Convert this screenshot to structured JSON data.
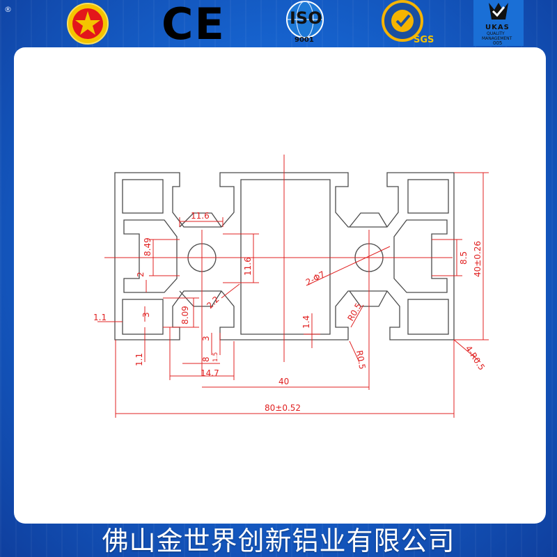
{
  "header": {
    "registered_mark": "®",
    "ce_label": "CE",
    "iso_label": "ISO",
    "iso_number": "9001",
    "sgs_label": "SGS",
    "ukas_label": "UKAS",
    "ukas_sub1": "QUALITY",
    "ukas_sub2": "MANAGEMENT",
    "ukas_number": "005"
  },
  "dimensions": {
    "d_11_6_top": "11.6",
    "d_8_49": "8.49",
    "d_2_left": "2",
    "d_11_6_mid": "11.6",
    "d_2_2": "2.2",
    "d_1_1_left": "1.1",
    "d_3_left": "3",
    "d_8_09": "8.09",
    "d_1_1_bottom": "1.1",
    "d_3_bottom": "3",
    "d_8_bottom": "8",
    "d_1_5": "1.5",
    "d_14_7": "14.7",
    "d_1_4": "1.4",
    "d_2_phi7": "2-Φ7",
    "d_R0_5_a": "R0.5",
    "d_R0_5_b": "R0.5",
    "d_40": "40",
    "d_80": "80±0.52",
    "d_8_5": "8.5",
    "d_40_026": "40±0.26",
    "d_4_R0_5": "4-R0.5"
  },
  "colors": {
    "profile_stroke": "#4a4a4a",
    "dimension": "#e02020",
    "background": "#1a6fd6"
  },
  "footer": {
    "company_name": "佛山金世界创新铝业有限公司"
  }
}
